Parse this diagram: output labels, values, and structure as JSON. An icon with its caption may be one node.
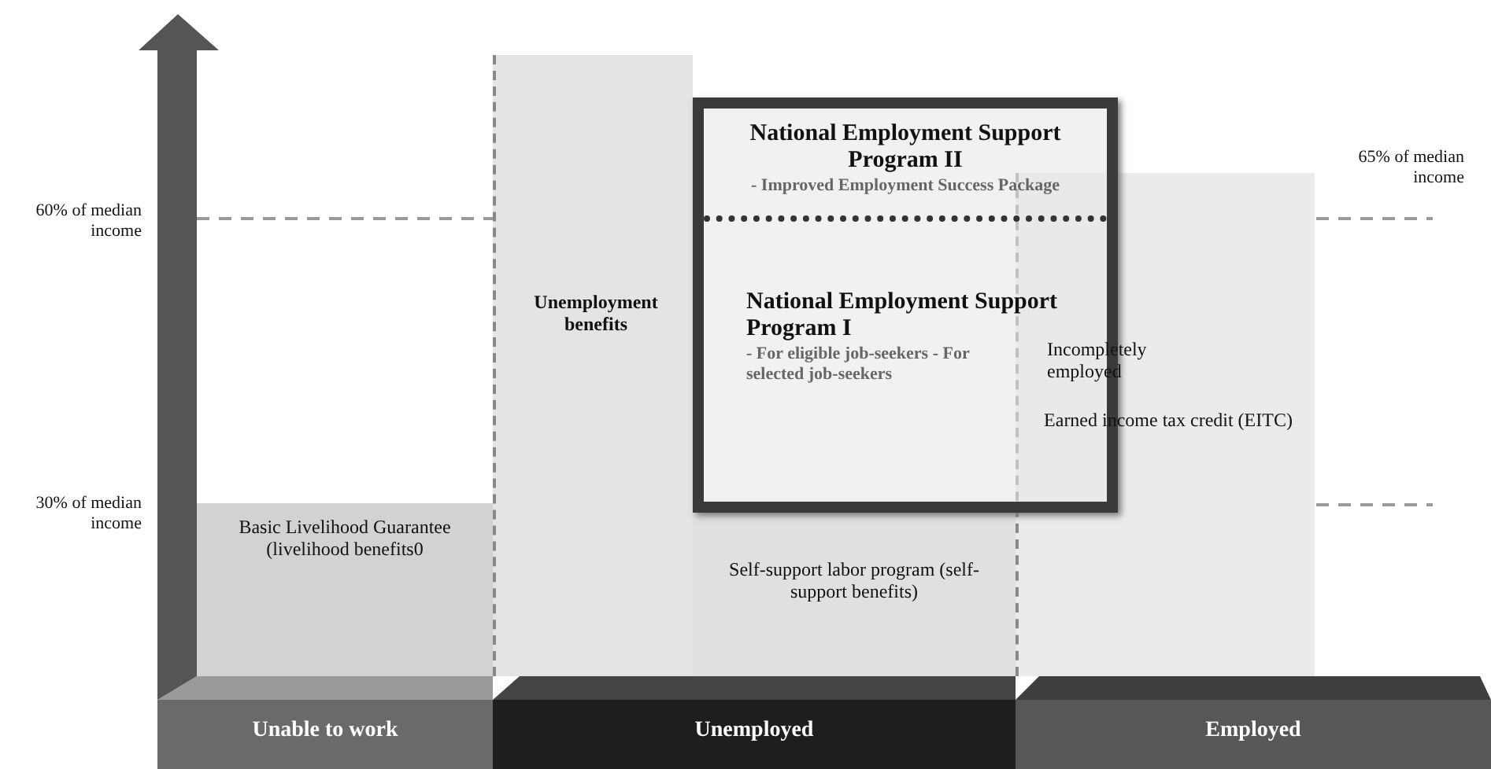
{
  "diagram": {
    "nodes": [
      {
        "text": [
          "Basic Livelihood Guarantee (livelihood benefits0"
        ]
      },
      {
        "text": [
          "Unemployment benefits"
        ]
      },
      {
        "text": [
          "Self-support labor program (self-support benefits)"
        ]
      },
      {
        "text": [
          "National Employment Support Program II",
          "- Improved Employment Success Package",
          "National Employment Support Program I",
          "- For eligible job-seekers - For selected job-seekers"
        ]
      },
      {
        "text": [
          "Incompletely employed",
          "Earned income tax credit (EITC)"
        ]
      },
      {
        "text": [
          "Unable to work"
        ]
      },
      {
        "text": [
          "Unemployed"
        ]
      },
      {
        "text": [
          "Employed"
        ]
      }
    ],
    "labels": [
      "60% of median income",
      "65% of median income",
      "30% of median income"
    ]
  }
}
